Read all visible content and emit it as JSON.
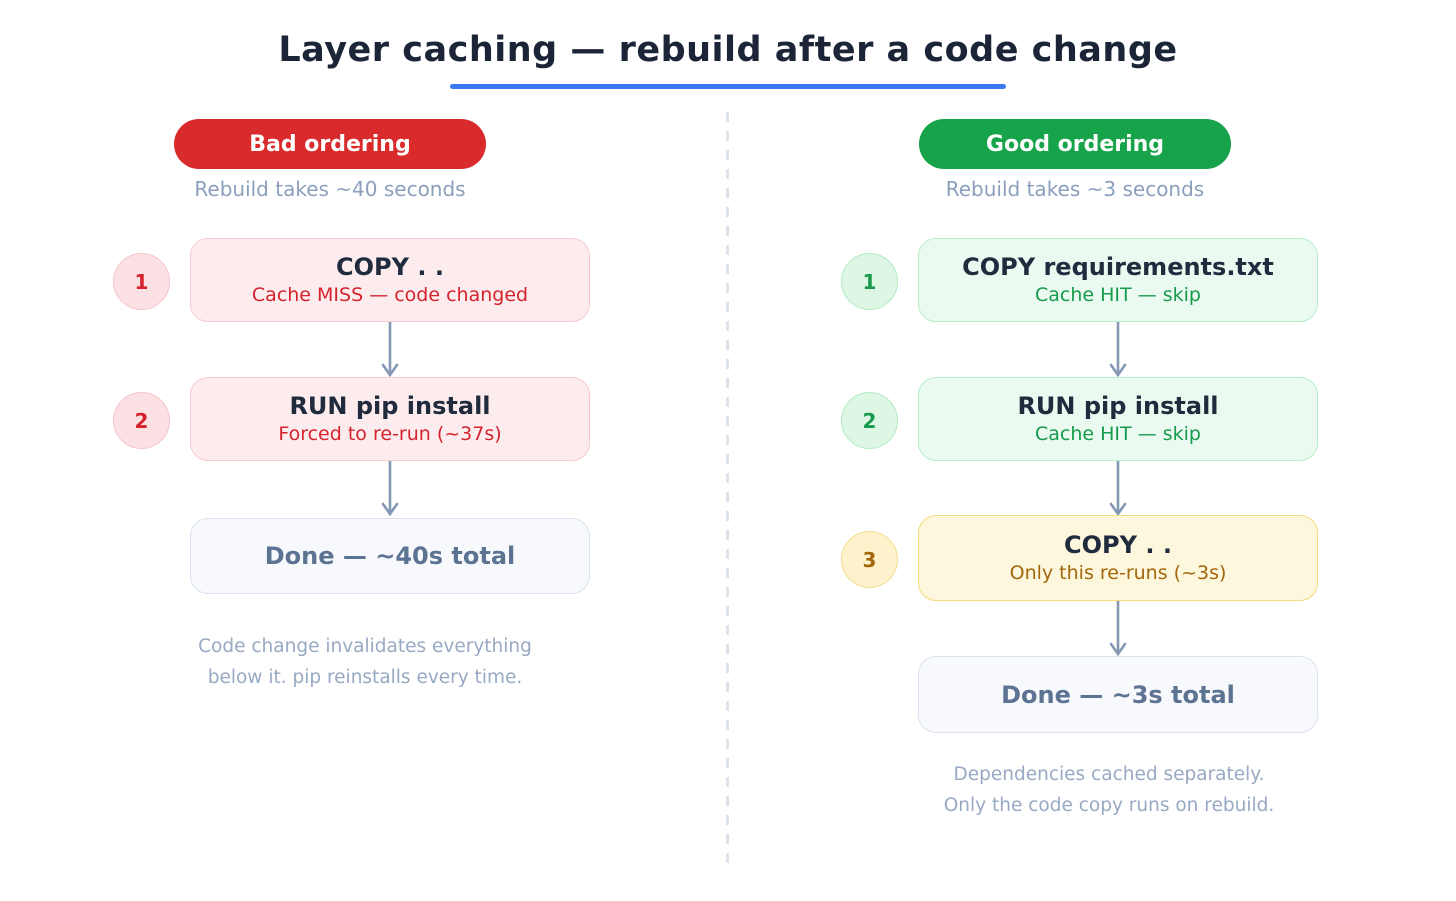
{
  "title": "Layer caching — rebuild after a code change",
  "colors": {
    "title_text": "#1b2537",
    "underline_blue": "#3b79f1",
    "bad_badge_red": "#d92b2b",
    "good_badge_green": "#17a349",
    "step_red_bg": "#fdecee",
    "step_green_bg": "#eafaf0",
    "step_yellow_bg": "#fdf7dd",
    "done_bg": "#f7f9fc",
    "arrow_slate": "#8498b4",
    "muted_text": "#98a9c3"
  },
  "icons": {
    "arrow_down": "↓"
  },
  "columns": {
    "bad": {
      "badge": "Bad ordering",
      "subtitle": "Rebuild takes ~40 seconds",
      "steps": [
        {
          "num": "1",
          "title": "COPY . .",
          "detail": "Cache MISS — code changed"
        },
        {
          "num": "2",
          "title": "RUN pip install",
          "detail": "Forced to re-run (~37s)"
        }
      ],
      "done": "Done — ~40s total",
      "note_line1": "Code change invalidates everything",
      "note_line2": "below it. pip reinstalls every time."
    },
    "good": {
      "badge": "Good ordering",
      "subtitle": "Rebuild takes ~3 seconds",
      "steps": [
        {
          "num": "1",
          "title": "COPY requirements.txt",
          "detail": "Cache HIT — skip"
        },
        {
          "num": "2",
          "title": "RUN pip install",
          "detail": "Cache HIT — skip"
        },
        {
          "num": "3",
          "title": "COPY . .",
          "detail": "Only this re-runs (~3s)"
        }
      ],
      "done": "Done — ~3s total",
      "note_line1": "Dependencies cached separately.",
      "note_line2": "Only the code copy runs on rebuild."
    }
  }
}
